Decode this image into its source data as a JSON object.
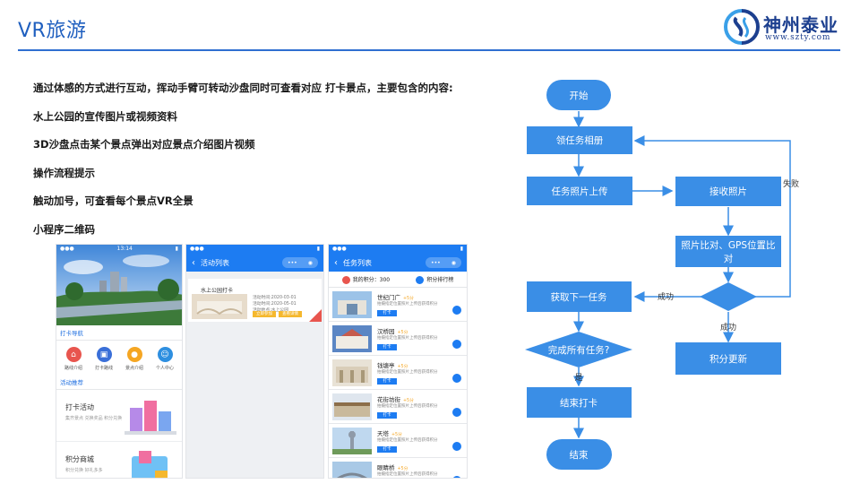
{
  "header": {
    "title": "VR旅游",
    "logo_name": "神州泰业",
    "logo_url": "www.szty.com"
  },
  "description": {
    "items": [
      "通过体感的方式进行互动，挥动手臂可转动沙盘同时可查看对应 打卡景点，主要包含的内容:",
      "水上公园的宣传图片或视频资料",
      "3D沙盘点击某个景点弹出对应景点介绍图片视频",
      "操作流程提示",
      "触动加号，可查看每个景点VR全景",
      "小程序二维码"
    ]
  },
  "phone1": {
    "status_time": "13:14",
    "section1": "打卡导航",
    "icons": [
      {
        "icon": "home-icon",
        "label": "路线介绍",
        "color": "#e8554e",
        "glyph": "⌂"
      },
      {
        "icon": "bus-icon",
        "label": "打卡路线",
        "color": "#3a6fd8",
        "glyph": "▣"
      },
      {
        "icon": "location-icon",
        "label": "景点介绍",
        "color": "#f5a623",
        "glyph": "●"
      },
      {
        "icon": "person-icon",
        "label": "个人中心",
        "color": "#2e8fe0",
        "glyph": "☺"
      }
    ],
    "section2": "活动推荐",
    "cards": [
      {
        "title": "打卡活动",
        "sub": "集齐景点 兑换奖品 积分兑换"
      },
      {
        "title": "积分商城",
        "sub": "积分兑换 好礼多多"
      }
    ]
  },
  "phone2": {
    "title": "活动列表",
    "activity": {
      "name": "水上公园打卡",
      "meta": [
        "活动时间:2020-03-01",
        "活动时间:2020-05-01",
        "活动地点:水上公园"
      ],
      "btn1": "立即参加",
      "btn2": "查看详情"
    }
  },
  "phone3": {
    "title": "任务列表",
    "tab1": "我的积分：300",
    "tab2": "积分排行榜",
    "spots": [
      {
        "name": "世纪门广",
        "score": "+5分",
        "desc": "拍摄指定位置照片上传后获得积分",
        "tag": "打卡"
      },
      {
        "name": "汉桥园",
        "score": "+5分",
        "desc": "拍摄指定位置照片上传后获得积分",
        "tag": "打卡"
      },
      {
        "name": "钱塘亭",
        "score": "+5分",
        "desc": "拍摄指定位置照片上传后获得积分",
        "tag": "打卡"
      },
      {
        "name": "花街坊街",
        "score": "+5分",
        "desc": "拍摄指定位置照片上传后获得积分",
        "tag": "打卡"
      },
      {
        "name": "天塔",
        "score": "+5分",
        "desc": "拍摄指定位置照片上传后获得积分",
        "tag": "打卡"
      },
      {
        "name": "眼睛桥",
        "score": "+5分",
        "desc": "拍摄指定位置照片上传后获得积分",
        "tag": "打卡"
      }
    ]
  },
  "flowchart": {
    "nodes": {
      "start": "开始",
      "receive": "领任务相册",
      "upload": "任务照片上传",
      "accept": "接收照片",
      "compare_line1": "照片比对、GPS位置比",
      "compare_line2": "对",
      "next": "获取下一任务",
      "question": "完成所有任务?",
      "finish": "结束打卡",
      "points": "积分更新",
      "end": "结束"
    },
    "edges": {
      "fail": "失败",
      "success1": "成功",
      "success2": "成功",
      "yes": "是"
    },
    "colors": {
      "node": "#3a8ee6",
      "line": "#3a8ee6"
    }
  }
}
